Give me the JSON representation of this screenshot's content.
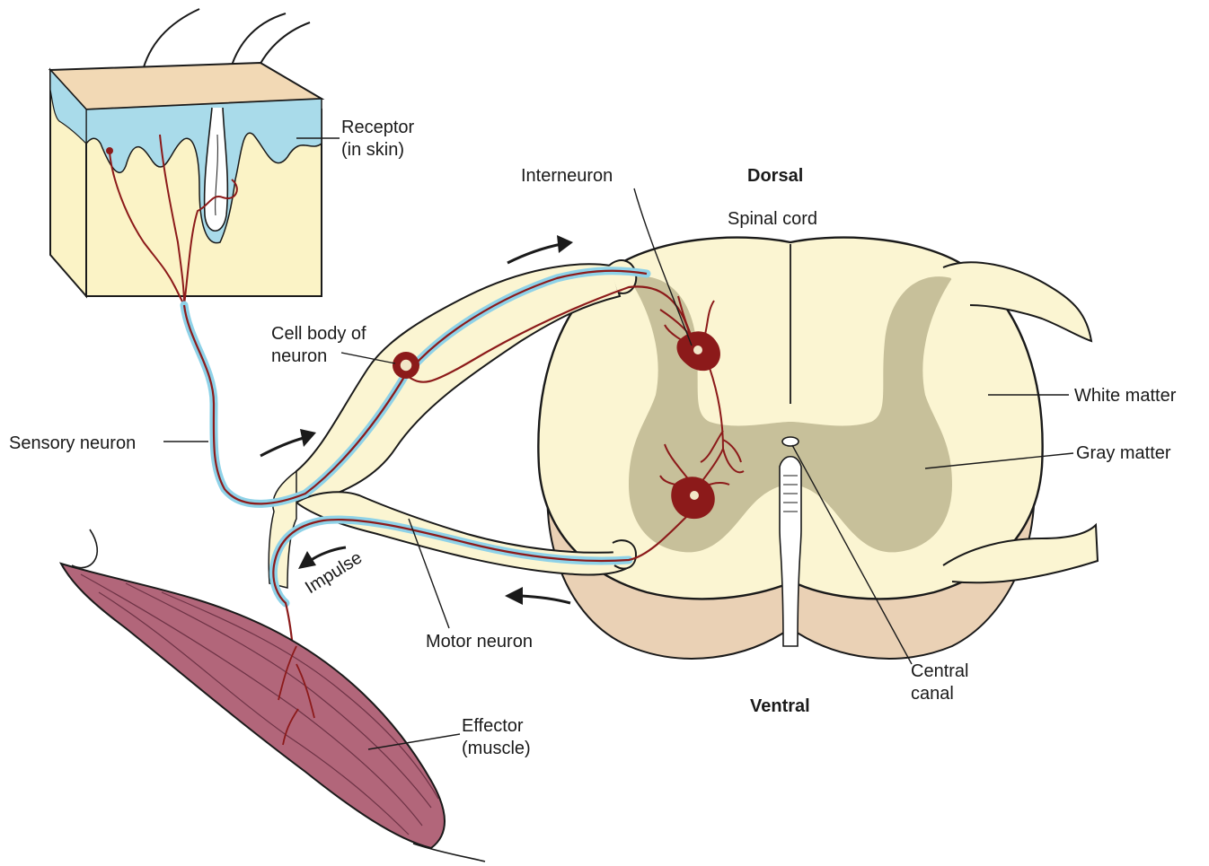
{
  "labels": {
    "receptor_line1": "Receptor",
    "receptor_line2": "(in skin)",
    "interneuron": "Interneuron",
    "dorsal": "Dorsal",
    "spinal_cord": "Spinal cord",
    "cell_body_line1": "Cell body of",
    "cell_body_line2": "neuron",
    "white_matter": "White matter",
    "gray_matter": "Gray matter",
    "sensory_neuron": "Sensory neuron",
    "impulse": "Impulse",
    "motor_neuron": "Motor neuron",
    "central_line1": "Central",
    "central_line2": "canal",
    "ventral": "Ventral",
    "effector_line1": "Effector",
    "effector_line2": "(muscle)"
  },
  "colors": {
    "skin_top": "#f2d9b5",
    "skin_body": "#fbf3c6",
    "epidermis": "#a9dbea",
    "white_matter": "#fbf5d2",
    "gray_matter": "#c7c09a",
    "ventral_root": "#ead1b5",
    "nerve_blue": "#8ed2e8",
    "neuron_red": "#8c1a1a",
    "muscle": "#b2667a",
    "outline": "#1a1a1a"
  }
}
